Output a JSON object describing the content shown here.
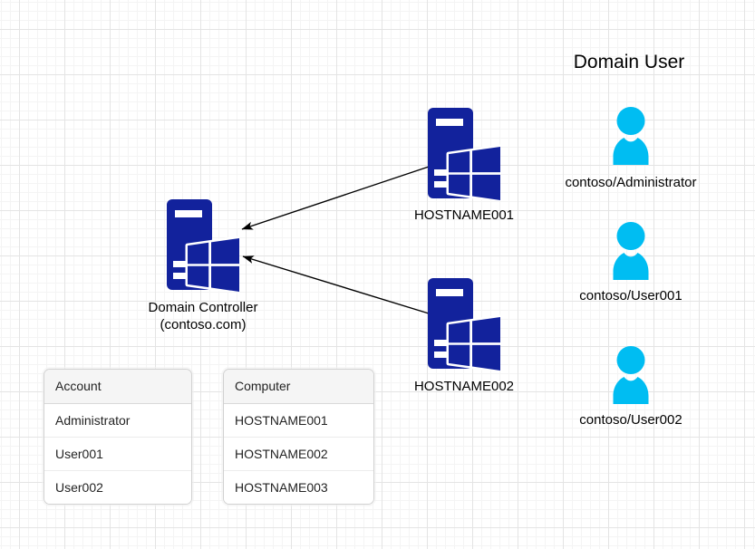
{
  "title": "Domain User",
  "colors": {
    "server_navy": "#12229C",
    "user_cyan": "#00BDF2",
    "connector": "#000000"
  },
  "domain_controller": {
    "name": "Domain Controller",
    "domain": "(contoso.com)"
  },
  "hosts": [
    {
      "label": "HOSTNAME001"
    },
    {
      "label": "HOSTNAME002"
    }
  ],
  "users": [
    {
      "label": "contoso/Administrator"
    },
    {
      "label": "contoso/User001"
    },
    {
      "label": "contoso/User002"
    }
  ],
  "tables": {
    "account": {
      "header": "Account",
      "rows": [
        "Administrator",
        "User001",
        "User002"
      ]
    },
    "computer": {
      "header": "Computer",
      "rows": [
        "HOSTNAME001",
        "HOSTNAME002",
        "HOSTNAME003"
      ]
    }
  }
}
